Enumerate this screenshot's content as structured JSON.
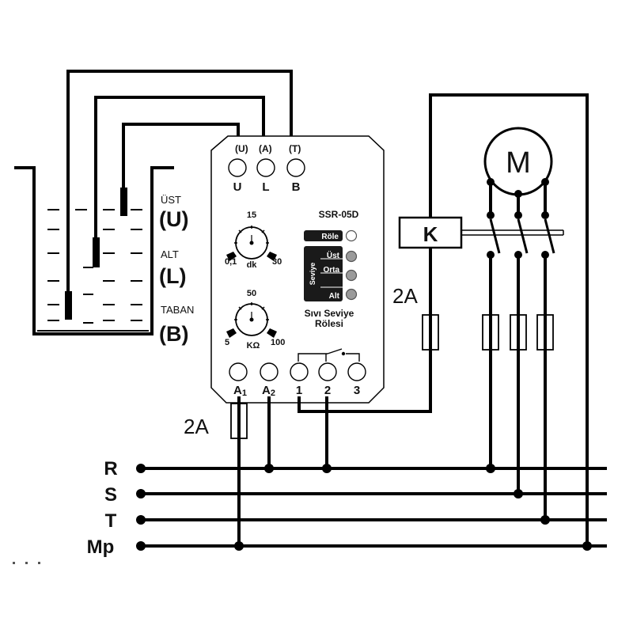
{
  "tank": {
    "probe_labels": [
      {
        "small": "ÜST",
        "big": "(U)"
      },
      {
        "small": "ALT",
        "big": "(L)"
      },
      {
        "small": "TABAN",
        "big": "(B)"
      }
    ]
  },
  "relay": {
    "model": "SSR-05D",
    "top_terminals": [
      {
        "top": "(U)",
        "bottom": "U"
      },
      {
        "top": "(A)",
        "bottom": "L"
      },
      {
        "top": "(T)",
        "bottom": "B"
      }
    ],
    "time_knob": {
      "max": "15",
      "min": "0,1",
      "end": "30",
      "unit": "dk"
    },
    "resistance_knob": {
      "max": "50",
      "min": "5",
      "end": "100",
      "unit": "KΩ"
    },
    "role_label": "Röle",
    "group_label": "Seviye",
    "level_labels": [
      "Üst",
      "Orta",
      "Alt"
    ],
    "title_line1": "Sıvı Seviye",
    "title_line2": "Rölesi",
    "bottom_terminals": [
      {
        "main": "A",
        "sub": "1"
      },
      {
        "main": "A",
        "sub": "2"
      },
      {
        "main": "1",
        "sub": ""
      },
      {
        "main": "2",
        "sub": ""
      },
      {
        "main": "3",
        "sub": ""
      }
    ]
  },
  "fuse_label_left": "2A",
  "fuse_label_right": "2A",
  "contactor_label": "K",
  "motor_label": "M",
  "lines": [
    {
      "name": "line-r",
      "label": "R"
    },
    {
      "name": "line-s",
      "label": "S"
    },
    {
      "name": "line-t",
      "label": "T"
    },
    {
      "name": "line-mp",
      "label": "Mp"
    }
  ],
  "colors": {
    "stroke": "#000000",
    "indicator": "#9a9a9a",
    "badge": "#1a1a1a"
  }
}
